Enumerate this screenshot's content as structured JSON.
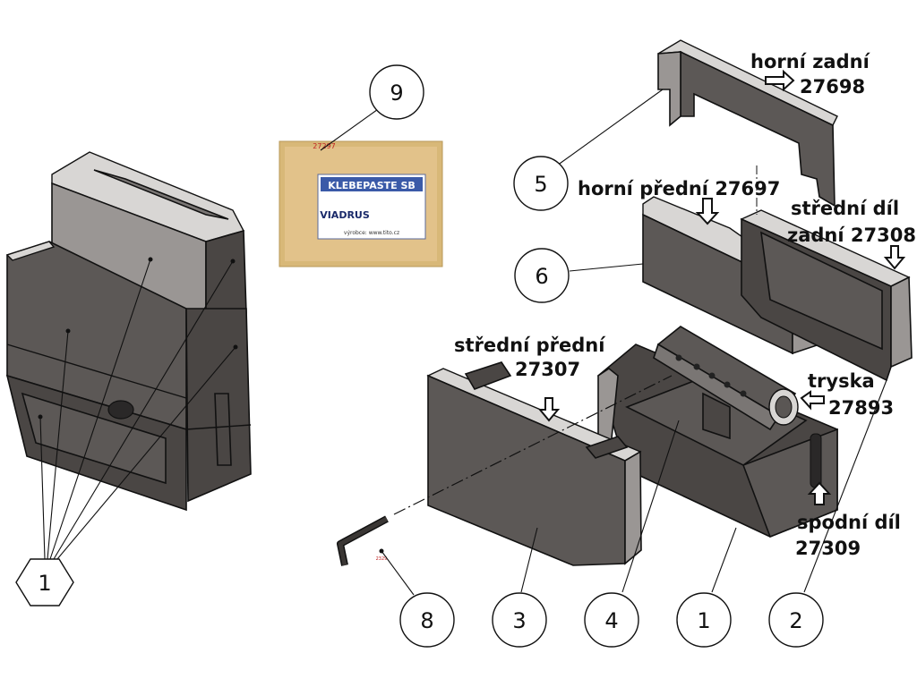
{
  "labels": {
    "upper_rear": "horní zadní",
    "upper_rear_code": "27698",
    "upper_front": "horní přední 27697",
    "middle_rear_1": "střední díl",
    "middle_rear_2": "zadní 27308",
    "middle_front_1": "střední přední",
    "middle_front_2": "27307",
    "nozzle_1": "tryska",
    "nozzle_2": "27893",
    "bottom_1": "spodní díl",
    "bottom_2": "27309"
  },
  "callouts": {
    "c9": "9",
    "c5": "5",
    "c6": "6",
    "c1_left": "1",
    "c8": "8",
    "c3": "3",
    "c4": "4",
    "c1_bottom": "1",
    "c2": "2"
  },
  "package": {
    "code": "27297",
    "title": "KLEBEPASTE SB",
    "brand": "VIADRUS",
    "line1": "výrobce: www.tito.cz"
  },
  "small_marks": {
    "key_mark": "2329"
  }
}
